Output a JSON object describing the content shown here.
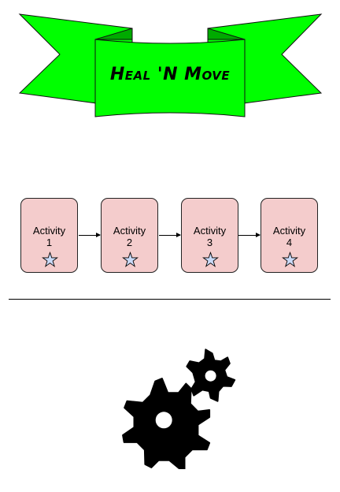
{
  "banner": {
    "title": "Heal 'N Move",
    "color": "#00ff00"
  },
  "activities": [
    {
      "label_word": "Activity",
      "label_number": "1",
      "icon": "star-icon"
    },
    {
      "label_word": "Activity",
      "label_number": "2",
      "icon": "star-icon"
    },
    {
      "label_word": "Activity",
      "label_number": "3",
      "icon": "star-icon"
    },
    {
      "label_word": "Activity",
      "label_number": "4",
      "icon": "star-icon"
    }
  ],
  "colors": {
    "card_fill": "#f4cccc",
    "star_fill": "#c9daf8",
    "gear_fill": "#000000"
  },
  "footer_icon": "gears-icon"
}
